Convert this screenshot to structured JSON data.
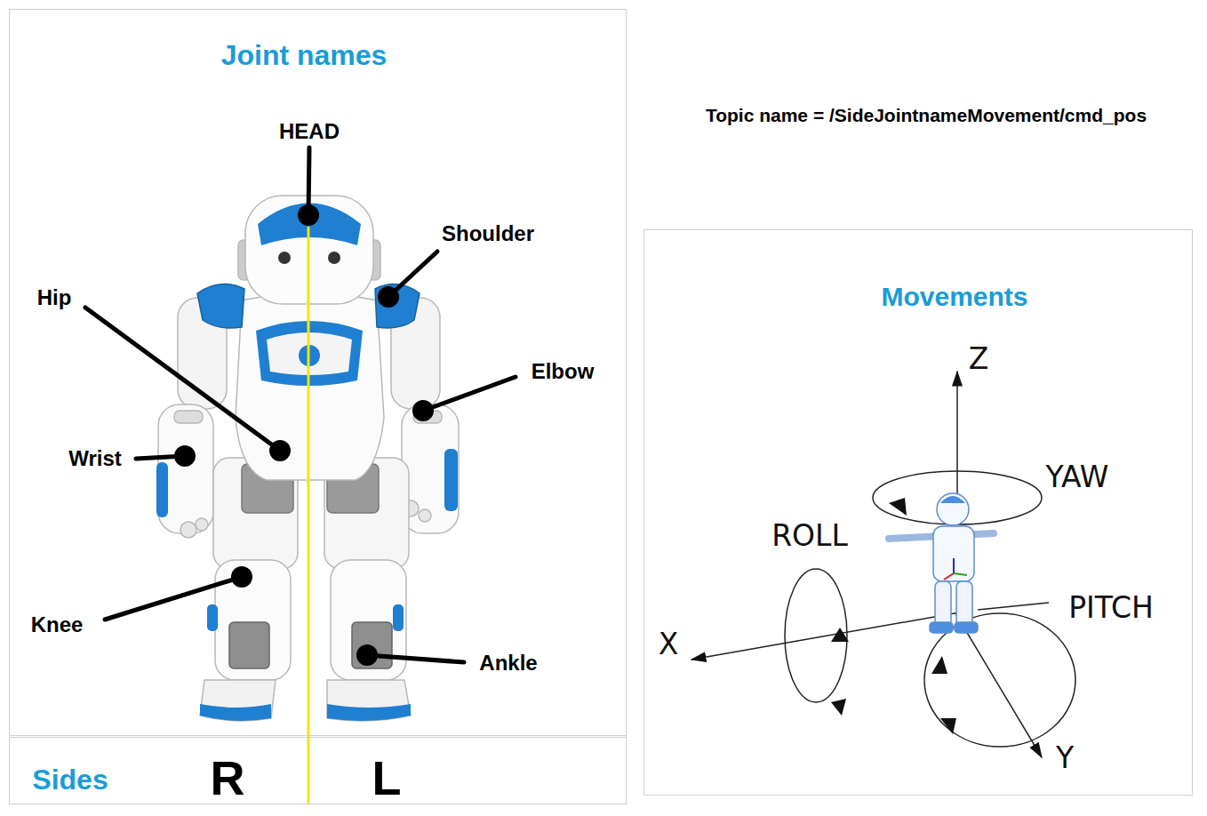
{
  "diagram": {
    "nodes": [
      {
        "text": [
          "Joint names"
        ]
      },
      {
        "text": [
          "Sides",
          "R",
          "L"
        ],
        "in": 0
      },
      {
        "text": [
          "Movements"
        ]
      }
    ],
    "labels": [
      "HEAD",
      "Shoulder",
      "Hip",
      "Elbow",
      "Wrist",
      "Knee",
      "Ankle",
      "Topic name = /SideJointnameMovement/cmd_pos",
      "Z",
      "YAW",
      "ROLL",
      "X",
      "PITCH",
      "Y"
    ]
  }
}
